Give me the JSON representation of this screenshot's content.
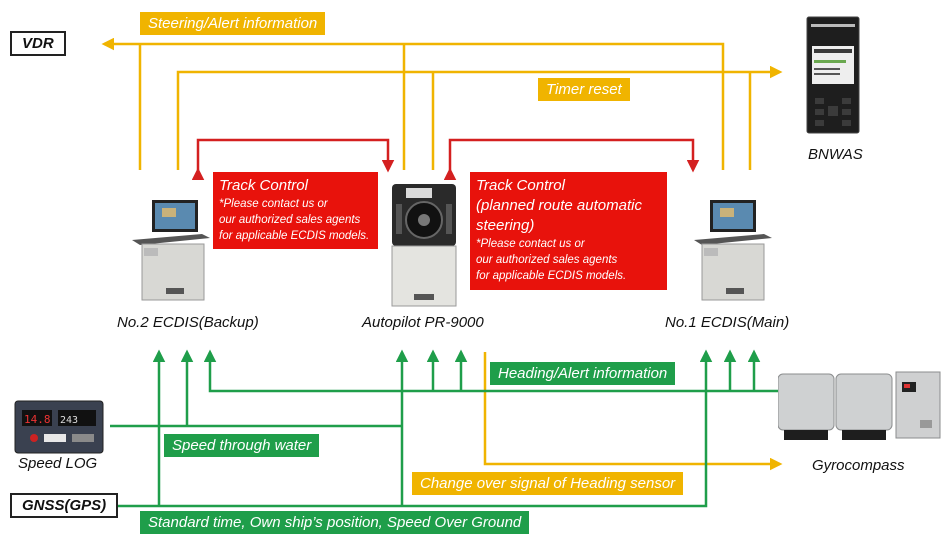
{
  "flows": {
    "steering_alert": "Steering/Alert information",
    "timer_reset": "Timer reset",
    "heading_alert": "Heading/Alert information",
    "speed_through_water": "Speed through water",
    "change_over": "Change over signal of Heading sensor",
    "standard_time": "Standard time, Own ship’s position, Speed Over Ground"
  },
  "devices": {
    "vdr": "VDR",
    "bnwas": "BNWAS",
    "ecdis_backup": "No.2 ECDIS(Backup)",
    "autopilot": "Autopilot PR-9000",
    "ecdis_main": "No.1 ECDIS(Main)",
    "speed_log": "Speed LOG",
    "gnss": "GNSS(GPS)",
    "gyrocompass": "Gyrocompass"
  },
  "track_control_left": {
    "title": "Track Control",
    "note_lines": [
      "*Please contact us or",
      "our authorized sales agents",
      "for applicable ECDIS models."
    ]
  },
  "track_control_right": {
    "title_lines": [
      "Track Control",
      "(planned route automatic",
      "steering)"
    ],
    "note_lines": [
      "*Please contact us or",
      "our authorized sales agents",
      "for applicable ECDIS models."
    ]
  },
  "colors": {
    "yellow": "#f0b400",
    "green": "#1f9e4a",
    "red": "#e8120c"
  }
}
